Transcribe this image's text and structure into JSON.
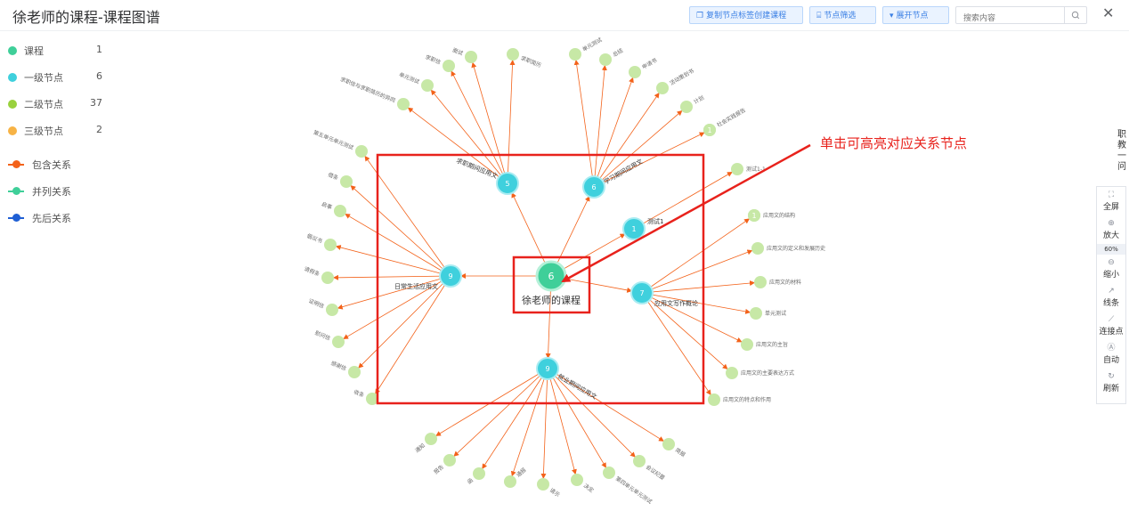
{
  "header": {
    "title": "徐老师的课程-课程图谱",
    "buttons": [
      {
        "icon": "copy-icon",
        "label": "复制节点标签创建课程"
      },
      {
        "icon": "filter-icon",
        "label": "节点筛选"
      },
      {
        "icon": "caret-down-icon",
        "label": "展开节点"
      }
    ],
    "search_placeholder": "搜索内容",
    "close_icon": "close-icon"
  },
  "legend": {
    "node_types": [
      {
        "label": "课程",
        "count": "1",
        "color": "#3fcf99"
      },
      {
        "label": "一级节点",
        "count": "6",
        "color": "#3fd0dd"
      },
      {
        "label": "二级节点",
        "count": "37",
        "color": "#99d13d"
      },
      {
        "label": "三级节点",
        "count": "2",
        "color": "#f7b345"
      }
    ],
    "relations": [
      {
        "label": "包含关系",
        "color": "#f3621a"
      },
      {
        "label": "并列关系",
        "color": "#3fcf99"
      },
      {
        "label": "先后关系",
        "color": "#1f5fd4"
      }
    ]
  },
  "graph": {
    "center": {
      "label": "徐老师的课程",
      "number": "6"
    },
    "level1": [
      {
        "number": "9",
        "label": "日常生活应用文"
      },
      {
        "number": "5",
        "label": "求职期间应用文"
      },
      {
        "number": "6",
        "label": "学习期间应用文"
      },
      {
        "number": "1",
        "label": "测试1"
      },
      {
        "number": "7",
        "label": "应用文写作概论"
      },
      {
        "number": "9",
        "label": "就业期间应用文"
      }
    ],
    "level2": [
      [
        "第五单元单元测试",
        "借条",
        "启事",
        "倡议书",
        "请假条",
        "证明信",
        "慰问信",
        "感谢信",
        "收条"
      ],
      [
        "求职信与求职简历的异同",
        "单元测试",
        "求职信",
        "面试",
        "求职简历"
      ],
      [
        "单元测试",
        "总结",
        "申请书",
        "活动策划书",
        "计划",
        "社会实践报告"
      ],
      [
        "测试1-1"
      ],
      [
        "应用文的结构",
        "应用文的定义和发展历史",
        "应用文的材料",
        "单元测试",
        "应用文的主旨",
        "应用文的主要表达方式",
        "应用文的特点和作用"
      ],
      [
        "通知",
        "报告",
        "函",
        "通报",
        "请示",
        "决定",
        "第四单元单元测试",
        "会议纪要",
        "简报"
      ]
    ],
    "level3_numbers": [
      "1",
      "1"
    ],
    "annotation": "单击可高亮对应关系节点"
  },
  "side_text": [
    "职",
    "教",
    "一",
    "问"
  ],
  "toolbar": {
    "fullscreen": {
      "icon": "fullscreen-icon",
      "label": "全屏"
    },
    "zoom_in": {
      "icon": "zoom-in-icon",
      "label": "放大"
    },
    "zoom_level": "60%",
    "zoom_out": {
      "icon": "zoom-out-icon",
      "label": "缩小"
    },
    "line": {
      "icon": "line-icon",
      "label": "线条"
    },
    "connect": {
      "icon": "connect-point-icon",
      "label": "连接点"
    },
    "auto": {
      "icon": "auto-icon",
      "label": "自动"
    },
    "refresh": {
      "icon": "refresh-icon",
      "label": "刷新"
    }
  }
}
